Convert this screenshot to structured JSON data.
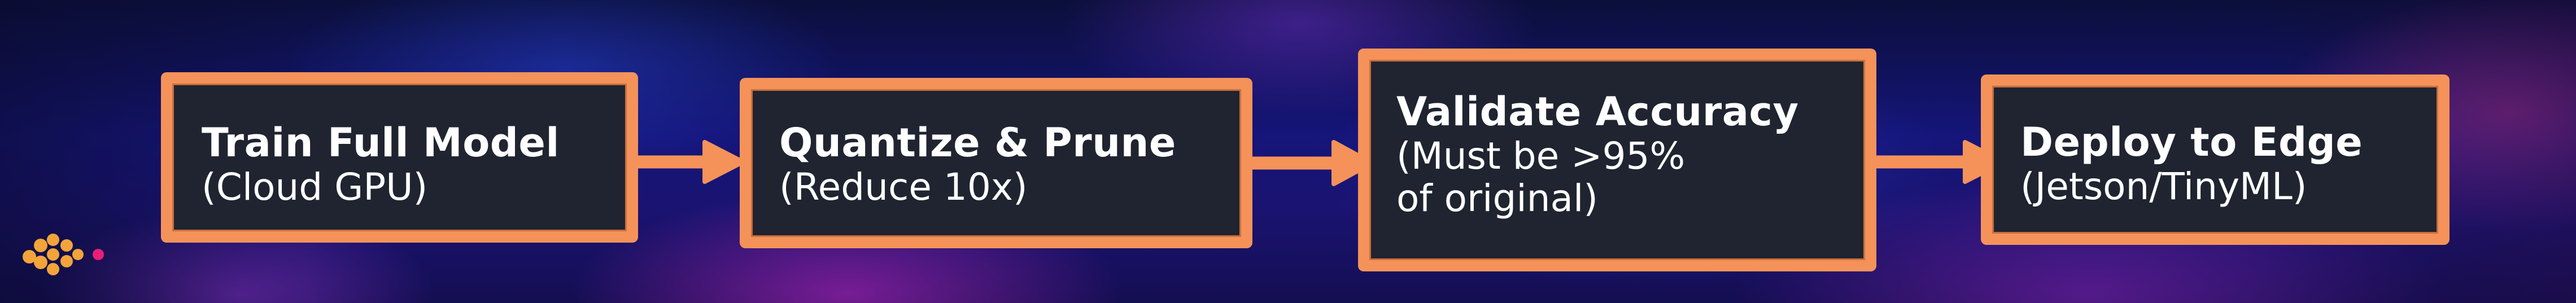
{
  "steps": [
    {
      "title": "Train Full Model",
      "sub": "(Cloud GPU)"
    },
    {
      "title": "Quantize & Prune",
      "sub": "(Reduce 10x)"
    },
    {
      "title": "Validate Accuracy",
      "sub": "(Must be >95%\nof original)"
    },
    {
      "title": "Deploy to Edge",
      "sub": "(Jetson/TinyML)"
    }
  ],
  "colors": {
    "box_border": "#f4925a",
    "box_fill": "#1f2430",
    "text": "#ffffff",
    "arrow": "#f4925a",
    "background": "#15157a",
    "logo_dots": "#f2a43a",
    "logo_accent": "#e91e78"
  }
}
